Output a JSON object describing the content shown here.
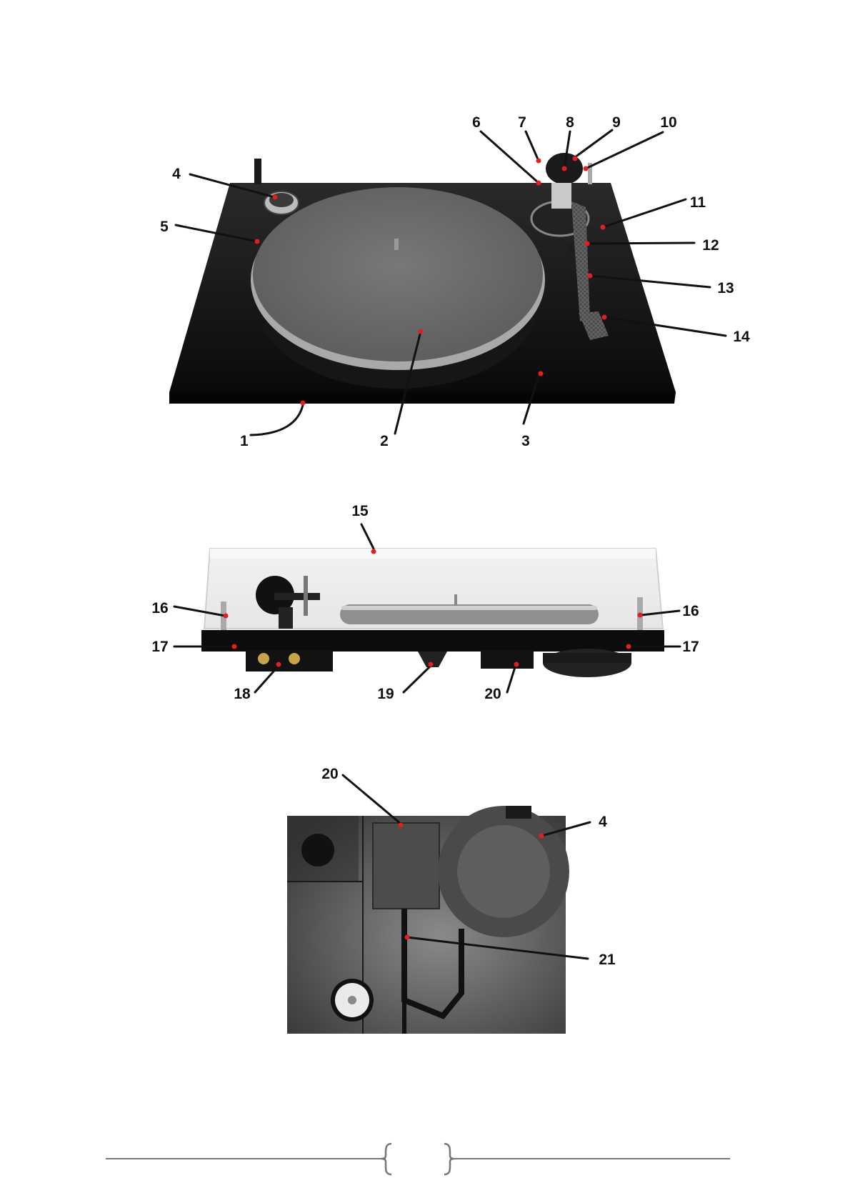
{
  "views": [
    {
      "name": "top-view",
      "callouts": [
        "1",
        "2",
        "3",
        "4",
        "5",
        "6",
        "7",
        "8",
        "9",
        "10",
        "11",
        "12",
        "13",
        "14"
      ]
    },
    {
      "name": "front-view",
      "callouts": [
        "15",
        "16",
        "16",
        "17",
        "17",
        "18",
        "19",
        "20"
      ]
    },
    {
      "name": "bottom-view",
      "callouts": [
        "20",
        "4",
        "21"
      ]
    }
  ],
  "footer": {
    "page_number": ""
  },
  "colors": {
    "marker": "#e0201c",
    "plinth": "#121212",
    "platter_mat": "#6c6c6c",
    "leader": "#111111"
  }
}
